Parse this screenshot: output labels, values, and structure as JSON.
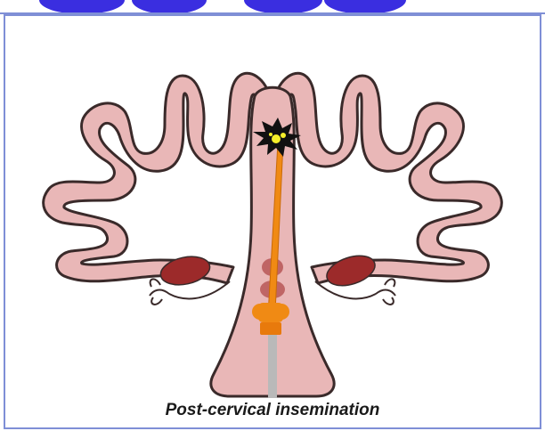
{
  "caption": "Post-cervical insemination",
  "colors": {
    "uterus_fill": "#e9b7b7",
    "uterus_outline": "#3a2a2a",
    "ovary": "#9c2a2a",
    "catheter_orange": "#f08a14",
    "catheter_grey": "#b9b9b9",
    "cervical_folds": "#b04a4a",
    "band_blue": "#7f8fd6",
    "deposition_burst": "#111111",
    "deposition_spark": "#f5ef2a"
  },
  "icons": {
    "semen_deposition": "starburst-icon",
    "left_ovary": "ovary-shape",
    "right_ovary": "ovary-shape"
  }
}
